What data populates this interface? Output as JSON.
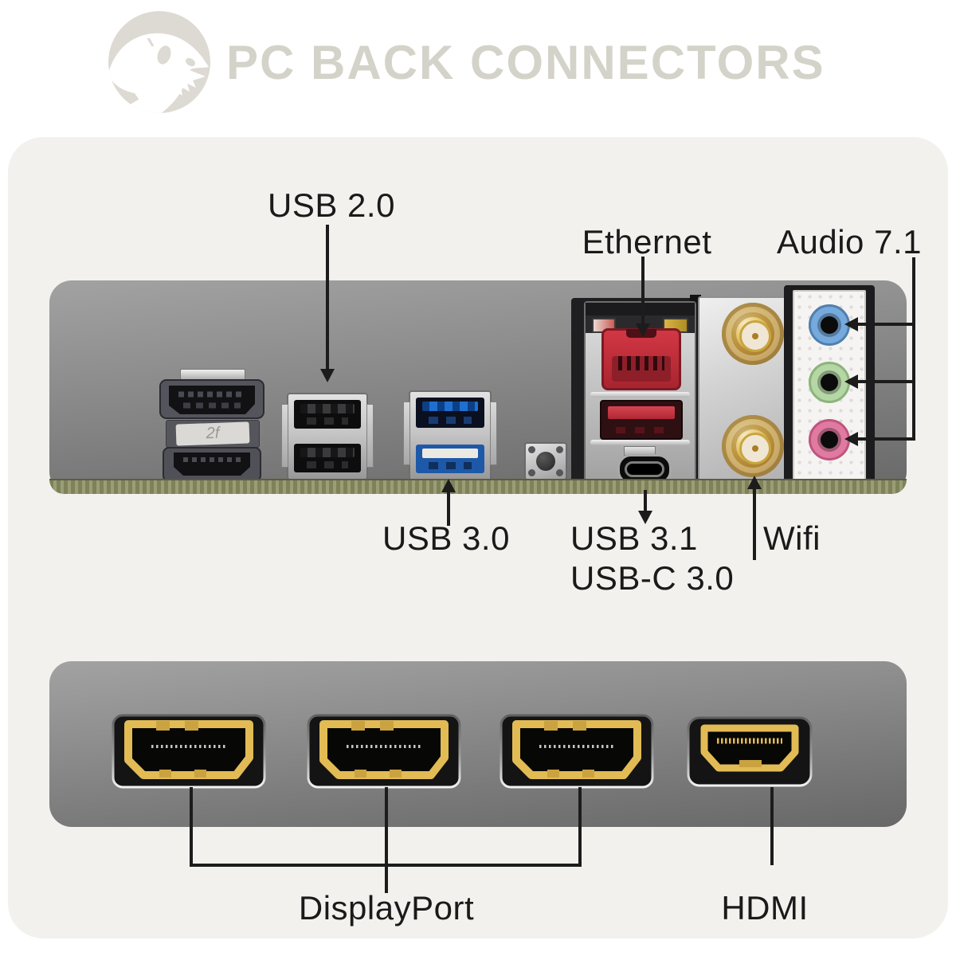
{
  "header": {
    "title": "PC BACK CONNECTORS",
    "logo_icon": "raptor-skull-icon"
  },
  "top_panel": {
    "labels": {
      "usb2": "USB 2.0",
      "ethernet": "Ethernet",
      "audio": "Audio 7.1",
      "usb3": "USB 3.0",
      "usb31": "USB 3.1",
      "usbc": "USB-C 3.0",
      "wifi": "Wifi"
    },
    "sticker": "2f",
    "connectors": [
      "displayport-port",
      "hdmi-port",
      "usb2-port-x2",
      "usb3-port-x2",
      "reset-button",
      "ethernet-rj45-port",
      "usb31-type-a-port",
      "usb-c-port",
      "wifi-antenna-sma-x2",
      "audio-jack-line-in",
      "audio-jack-line-out",
      "audio-jack-mic"
    ]
  },
  "bottom_panel": {
    "labels": {
      "displayport": "DisplayPort",
      "hdmi": "HDMI"
    },
    "connectors": [
      "displayport-port",
      "displayport-port",
      "displayport-port",
      "hdmi-port"
    ]
  },
  "colors": {
    "title_text": "#d4d3c9",
    "card_background": "#f2f1ee",
    "panel_gradient_top": "#a2a2a2",
    "panel_gradient_bottom": "#686868",
    "pcb_edge_green": "#8b8e6e",
    "annotation_black": "#1c1c1c",
    "ethernet_red": "#c5303c",
    "usb3_blue": "#1e6fd0",
    "gold": "#d9b54a",
    "audio_line_in_blue": "#76a9dc",
    "audio_line_out_green": "#b5d6a5",
    "audio_mic_pink": "#e07aa0"
  }
}
